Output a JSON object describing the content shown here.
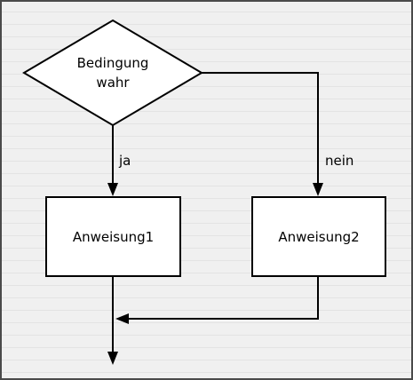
{
  "diagram": {
    "background_color": "#f0f0f0",
    "stripe_color": "#e3e3e3",
    "frame_color": "#4a4a4a",
    "line_color": "#000000",
    "shape_fill": "#ffffff",
    "nodes": {
      "condition": {
        "line1": "Bedingung",
        "line2": "wahr"
      },
      "statement1": {
        "label": "Anweisung1"
      },
      "statement2": {
        "label": "Anweisung2"
      }
    },
    "edges": {
      "yes": {
        "label": "ja"
      },
      "no": {
        "label": "nein"
      }
    }
  }
}
